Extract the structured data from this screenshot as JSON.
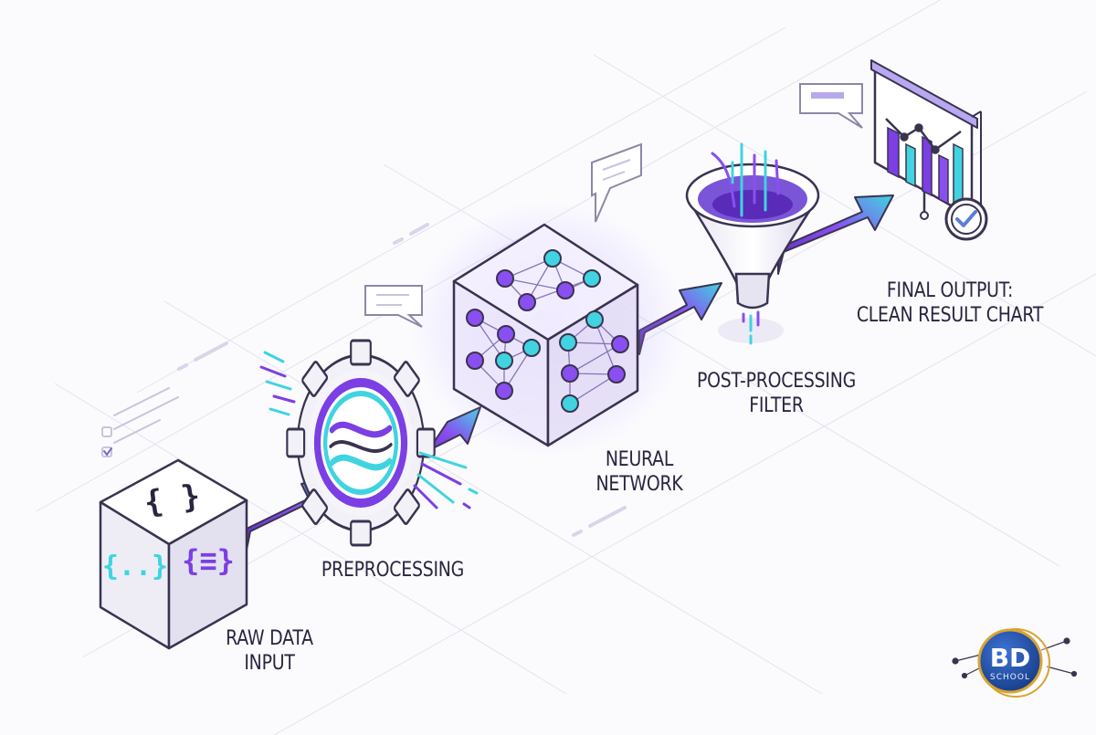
{
  "stages": {
    "raw_input": {
      "line1": "RAW DATA",
      "line2": "INPUT"
    },
    "preprocessing": {
      "line1": "PREPROCESSING"
    },
    "neural_network": {
      "line1": "NEURAL",
      "line2": "NETWORK"
    },
    "post_processing": {
      "line1": "POST-PROCESSING",
      "line2": "FILTER"
    },
    "final_output": {
      "line1": "FINAL OUTPUT:",
      "line2": "CLEAN RESULT CHART"
    }
  },
  "raw_cube": {
    "top_glyph": "{ }",
    "front_glyph_left": "{..}",
    "front_glyph_right": "{≡}"
  },
  "logo": {
    "line1": "BD",
    "line2": "SCHOOL"
  },
  "colors": {
    "purple": "#7b3fe4",
    "deep_purple": "#5a2bb8",
    "cyan": "#3fd4e0",
    "ink": "#2b2440",
    "outline": "#3a3350",
    "glow": "#b9a4ff",
    "logo_blue": "#1f4fa8",
    "logo_gold": "#d9a433"
  },
  "icons": [
    "curly-braces-icon",
    "gear-icon",
    "neural-network-icon",
    "funnel-icon",
    "bar-chart-icon",
    "checkmark-icon",
    "chat-bubble-icon",
    "arrow-icon"
  ]
}
